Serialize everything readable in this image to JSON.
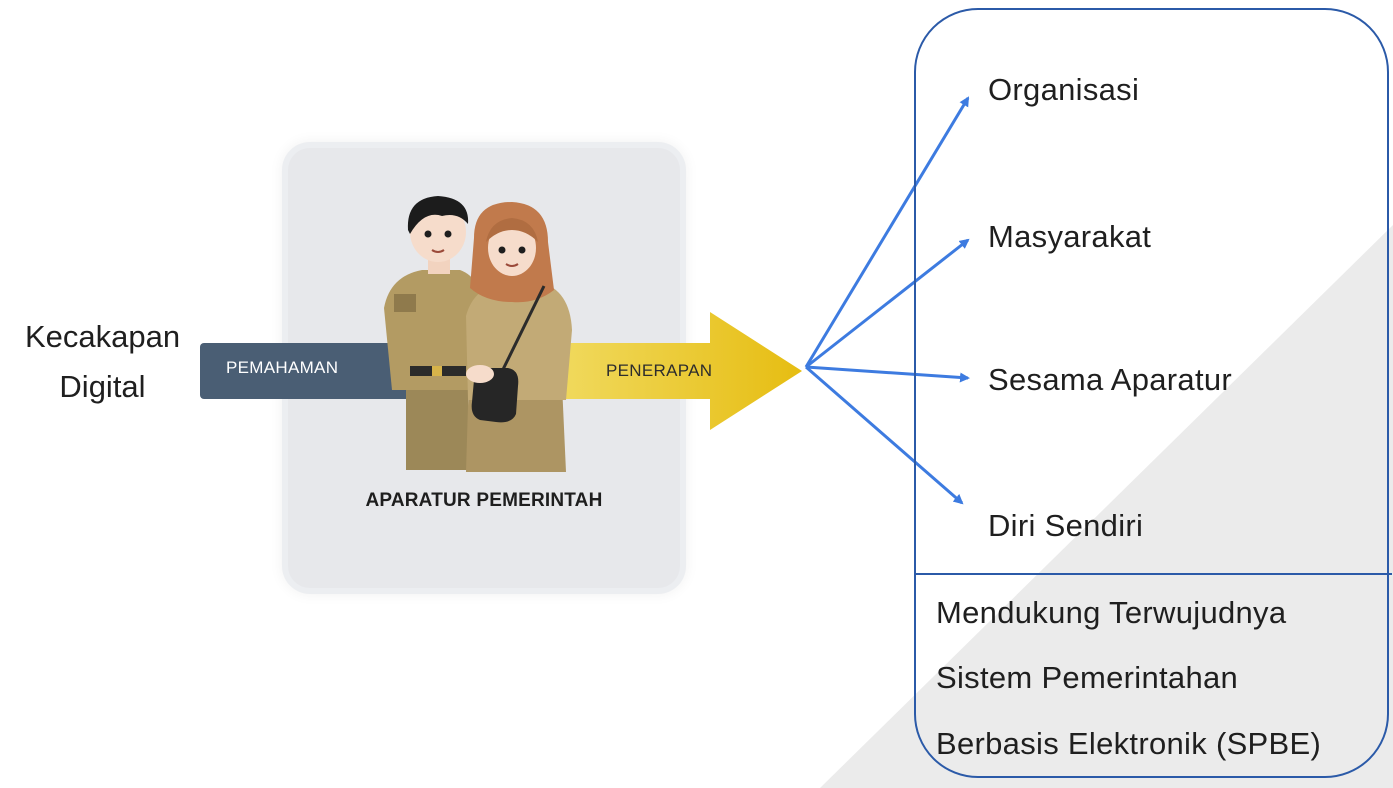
{
  "left_label": {
    "line1": "Kecakapan",
    "line2": "Digital"
  },
  "card": {
    "title": "APARATUR PEMERINTAH",
    "left_bar_label": "PEMAHAMAN",
    "right_arrow_label": "PENERAPAN"
  },
  "targets": [
    {
      "label": "Organisasi"
    },
    {
      "label": "Masyarakat"
    },
    {
      "label": "Sesama Aparatur"
    },
    {
      "label": "Diri Sendiri"
    }
  ],
  "support": {
    "line1": "Mendukung Terwujudnya",
    "line2": "Sistem Pemerintahan",
    "line3": "Berbasis Elektronik (SPBE)"
  },
  "colors": {
    "left_bar": "#4a5e74",
    "right_arrow": "#e9c219",
    "connector": "#3d7be0",
    "panel_border": "#2b5aa8",
    "card_bg": "#e7e8eb",
    "background_triangle": "#ebebeb"
  }
}
